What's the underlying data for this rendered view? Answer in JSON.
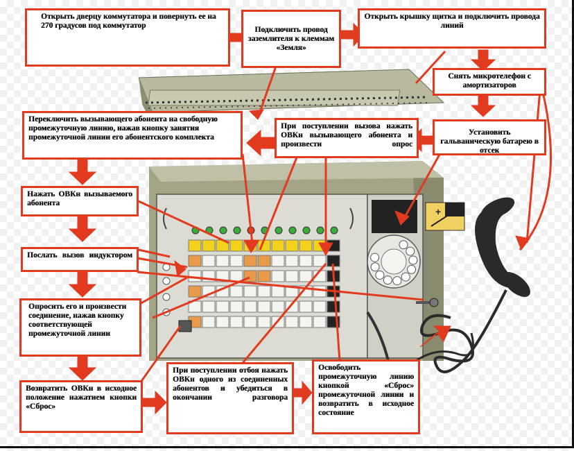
{
  "steps": {
    "s1": "Открыть дверцу коммутатора и повернуть ее на 270 градусов под коммутатор",
    "s2": "Подключить провод заземлителя к клеммам «Земля»",
    "s3": "Открыть крышку щитка и подключить провода линий",
    "s4": "Снять микротелефон с амортизаторов",
    "s5": "Установить гальваническую батарею в отсек",
    "s6": "При поступлении вызова нажать ОВКн вызывающего абонента и произвести опрос",
    "s7": "Переключить вызывающего абонента на свободную промежуточную линию, нажав кнопку занятия промежуточной линии его абонентского комплекта",
    "s8": "Нажать ОВКн вызываемого абонента",
    "s9": "Послать вызов индуктором",
    "s10": "Опросить его и произвести соединение, нажав кнопку соответствующей промежуточной линии",
    "s11": "Возвратить ОВКн в исходное положение нажатием кнопки «Сброс»",
    "s12": "При поступлении отбоя нажать ОВКн одного из соединенных абонентов и убедиться в окончании разговора",
    "s13": "Освободить промежуточную линию кнопкой «Сброс» промежуточной линии и возвратить в исходное состояние"
  },
  "colors": {
    "arrow": "#e23a1e",
    "box_border": "#e23a1e",
    "panel": "#e6e6e0",
    "housing": "#a8a888",
    "button_yellow": "#f2d21a",
    "button_orange": "#e89a4a",
    "handset": "#2a2a2a"
  },
  "icons": {
    "battery": "battery-icon",
    "rotary_dial": "rotary-dial-icon",
    "handset": "telephone-handset-icon"
  }
}
